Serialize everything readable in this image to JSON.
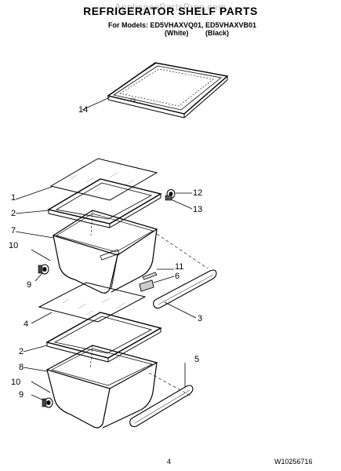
{
  "header": {
    "watermark": "AppliancePartsPros.com",
    "title": "REFRIGERATOR SHELF PARTS",
    "models_line": "For Models: ED5VHAXVQ01, ED5VHAXVB01",
    "variant_white": "(White)",
    "variant_black": "(Black)"
  },
  "callouts": {
    "c14": "14",
    "c1": "1",
    "c2a": "2",
    "c7": "7",
    "c10a": "10",
    "c9a": "9",
    "c12": "12",
    "c13": "13",
    "c11": "11",
    "c6": "6",
    "c3": "3",
    "c4": "4",
    "c2b": "2",
    "c8": "8",
    "c10b": "10",
    "c9b": "9",
    "c5": "5"
  },
  "footer": {
    "page_number": "4",
    "doc_number": "W10256716"
  }
}
